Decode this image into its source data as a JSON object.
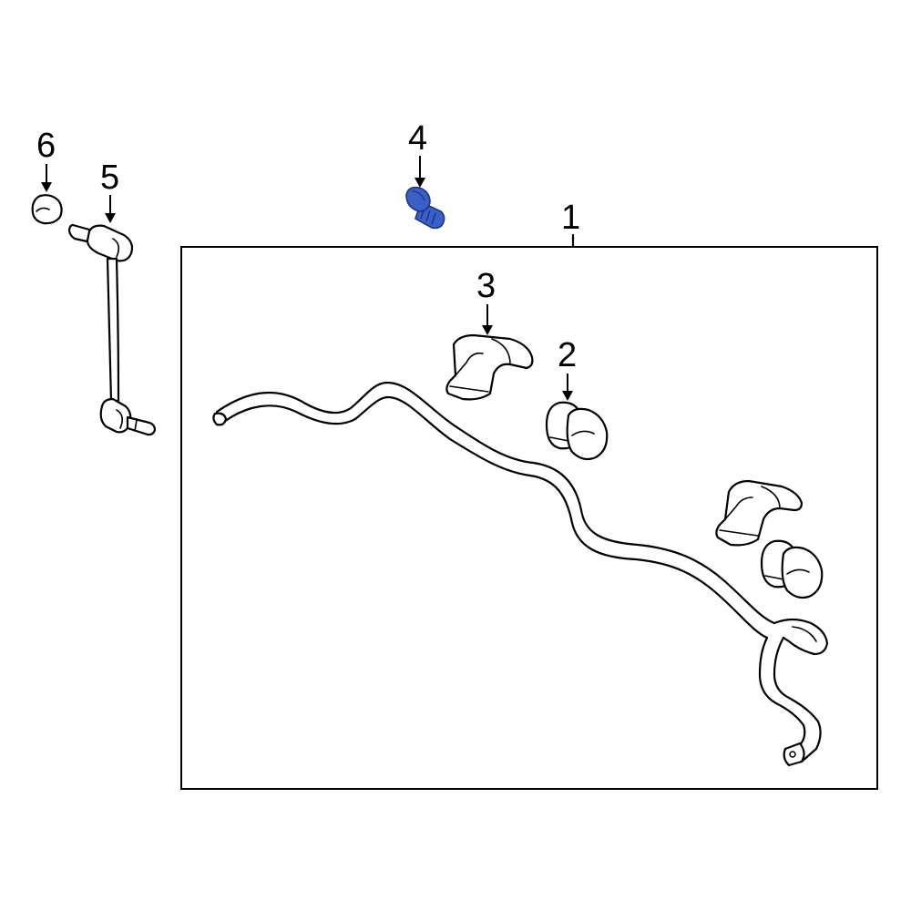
{
  "diagram": {
    "callouts": {
      "c1": "1",
      "c2": "2",
      "c3": "3",
      "c4": "4",
      "c5": "5",
      "c6": "6"
    },
    "colors": {
      "line": "#000000",
      "background": "#ffffff",
      "highlight_part": "#3a5fc8",
      "highlight_dark": "#1c3480"
    }
  }
}
